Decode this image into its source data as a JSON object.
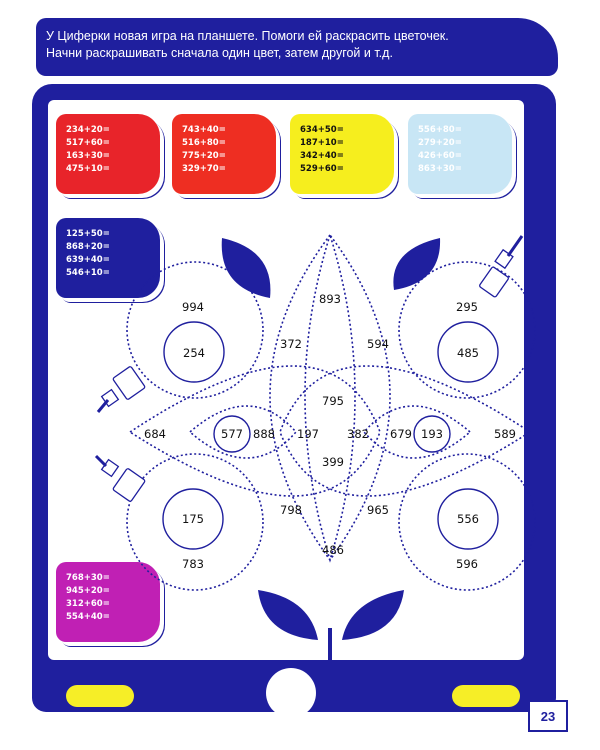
{
  "instructions": {
    "line1": "У Циферки новая игра на планшете. Помоги ей раскрасить цветочек.",
    "line2": "Начни раскрашивать сначала один цвет, затем другой и т.д."
  },
  "cards": [
    {
      "color": "#e8242a",
      "lines": [
        "234+20=",
        "517+60=",
        "163+30=",
        "475+10="
      ]
    },
    {
      "color": "#ee2e22",
      "lines": [
        "743+40=",
        "516+80=",
        "775+20=",
        "329+70="
      ]
    },
    {
      "color": "#f6ee1e",
      "lines": [
        "634+50=",
        "187+10=",
        "342+40=",
        "529+60="
      ]
    },
    {
      "color": "#c8e6f5",
      "lines": [
        "556+80=",
        "279+20=",
        "426+60=",
        "863+30="
      ]
    },
    {
      "color": "#1f1f9e",
      "lines": [
        "125+50=",
        "868+20=",
        "639+40=",
        "546+10="
      ]
    },
    {
      "color": "#c020b4",
      "lines": [
        "768+30=",
        "945+20=",
        "312+60=",
        "554+40="
      ]
    }
  ],
  "flower_numbers": {
    "n994": "994",
    "n254": "254",
    "n893": "893",
    "n372": "372",
    "n594": "594",
    "n295": "295",
    "n485": "485",
    "n795": "795",
    "n684": "684",
    "n577": "577",
    "n888": "888",
    "n197": "197",
    "n382": "382",
    "n679": "679",
    "n193": "193",
    "n589": "589",
    "n399": "399",
    "n175": "175",
    "n798": "798",
    "n965": "965",
    "n556": "556",
    "n486": "486",
    "n783": "783",
    "n596": "596"
  },
  "page_number": "23",
  "colors": {
    "primary_blue": "#1f1f9e",
    "button_yellow": "#f6ee27"
  }
}
